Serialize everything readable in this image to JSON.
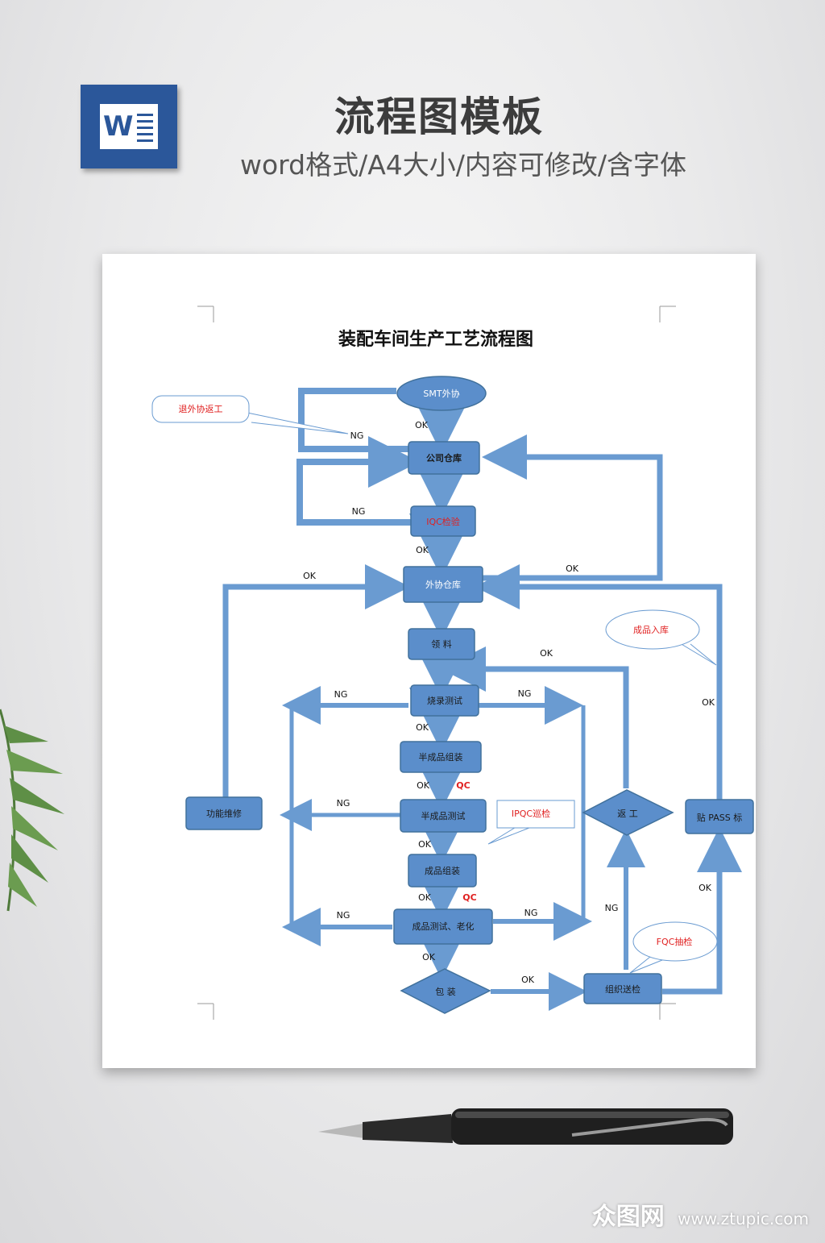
{
  "header": {
    "title": "流程图模板",
    "subtitle": "word格式/A4大小/内容可修改/含字体"
  },
  "logo_text": "W",
  "document": {
    "title": "装配车间生产工艺流程图",
    "nodes": {
      "smt": "SMT外协",
      "company_store": "公司仓库",
      "iqc": "IQC检验",
      "outsource_store": "外协仓库",
      "material": "领 料",
      "burn_test": "烧录测试",
      "semi_assembly": "半成品组装",
      "semi_test": "半成品测试",
      "final_assembly": "成品组装",
      "final_test": "成品测试、老化",
      "packing": "包 装",
      "repair": "功能维修",
      "rework": "返 工",
      "pass_label": "贴 PASS 标",
      "inspection": "组织送检"
    },
    "callouts": {
      "return_rework": "退外协返工",
      "ipqc": "IPQC巡检",
      "fqc": "FQC抽检",
      "finished_storage": "成品入库"
    },
    "labels": {
      "ok": "OK",
      "ng": "NG",
      "qc": "QC"
    }
  },
  "colors": {
    "node_fill": "#5b8ecb",
    "node_stroke": "#41719c",
    "arrow": "#6a9bd1",
    "callout_text": "#e02020",
    "node_text": "#1a1a1a"
  },
  "watermark": {
    "brand": "众图网",
    "url": "www.ztupic.com"
  }
}
